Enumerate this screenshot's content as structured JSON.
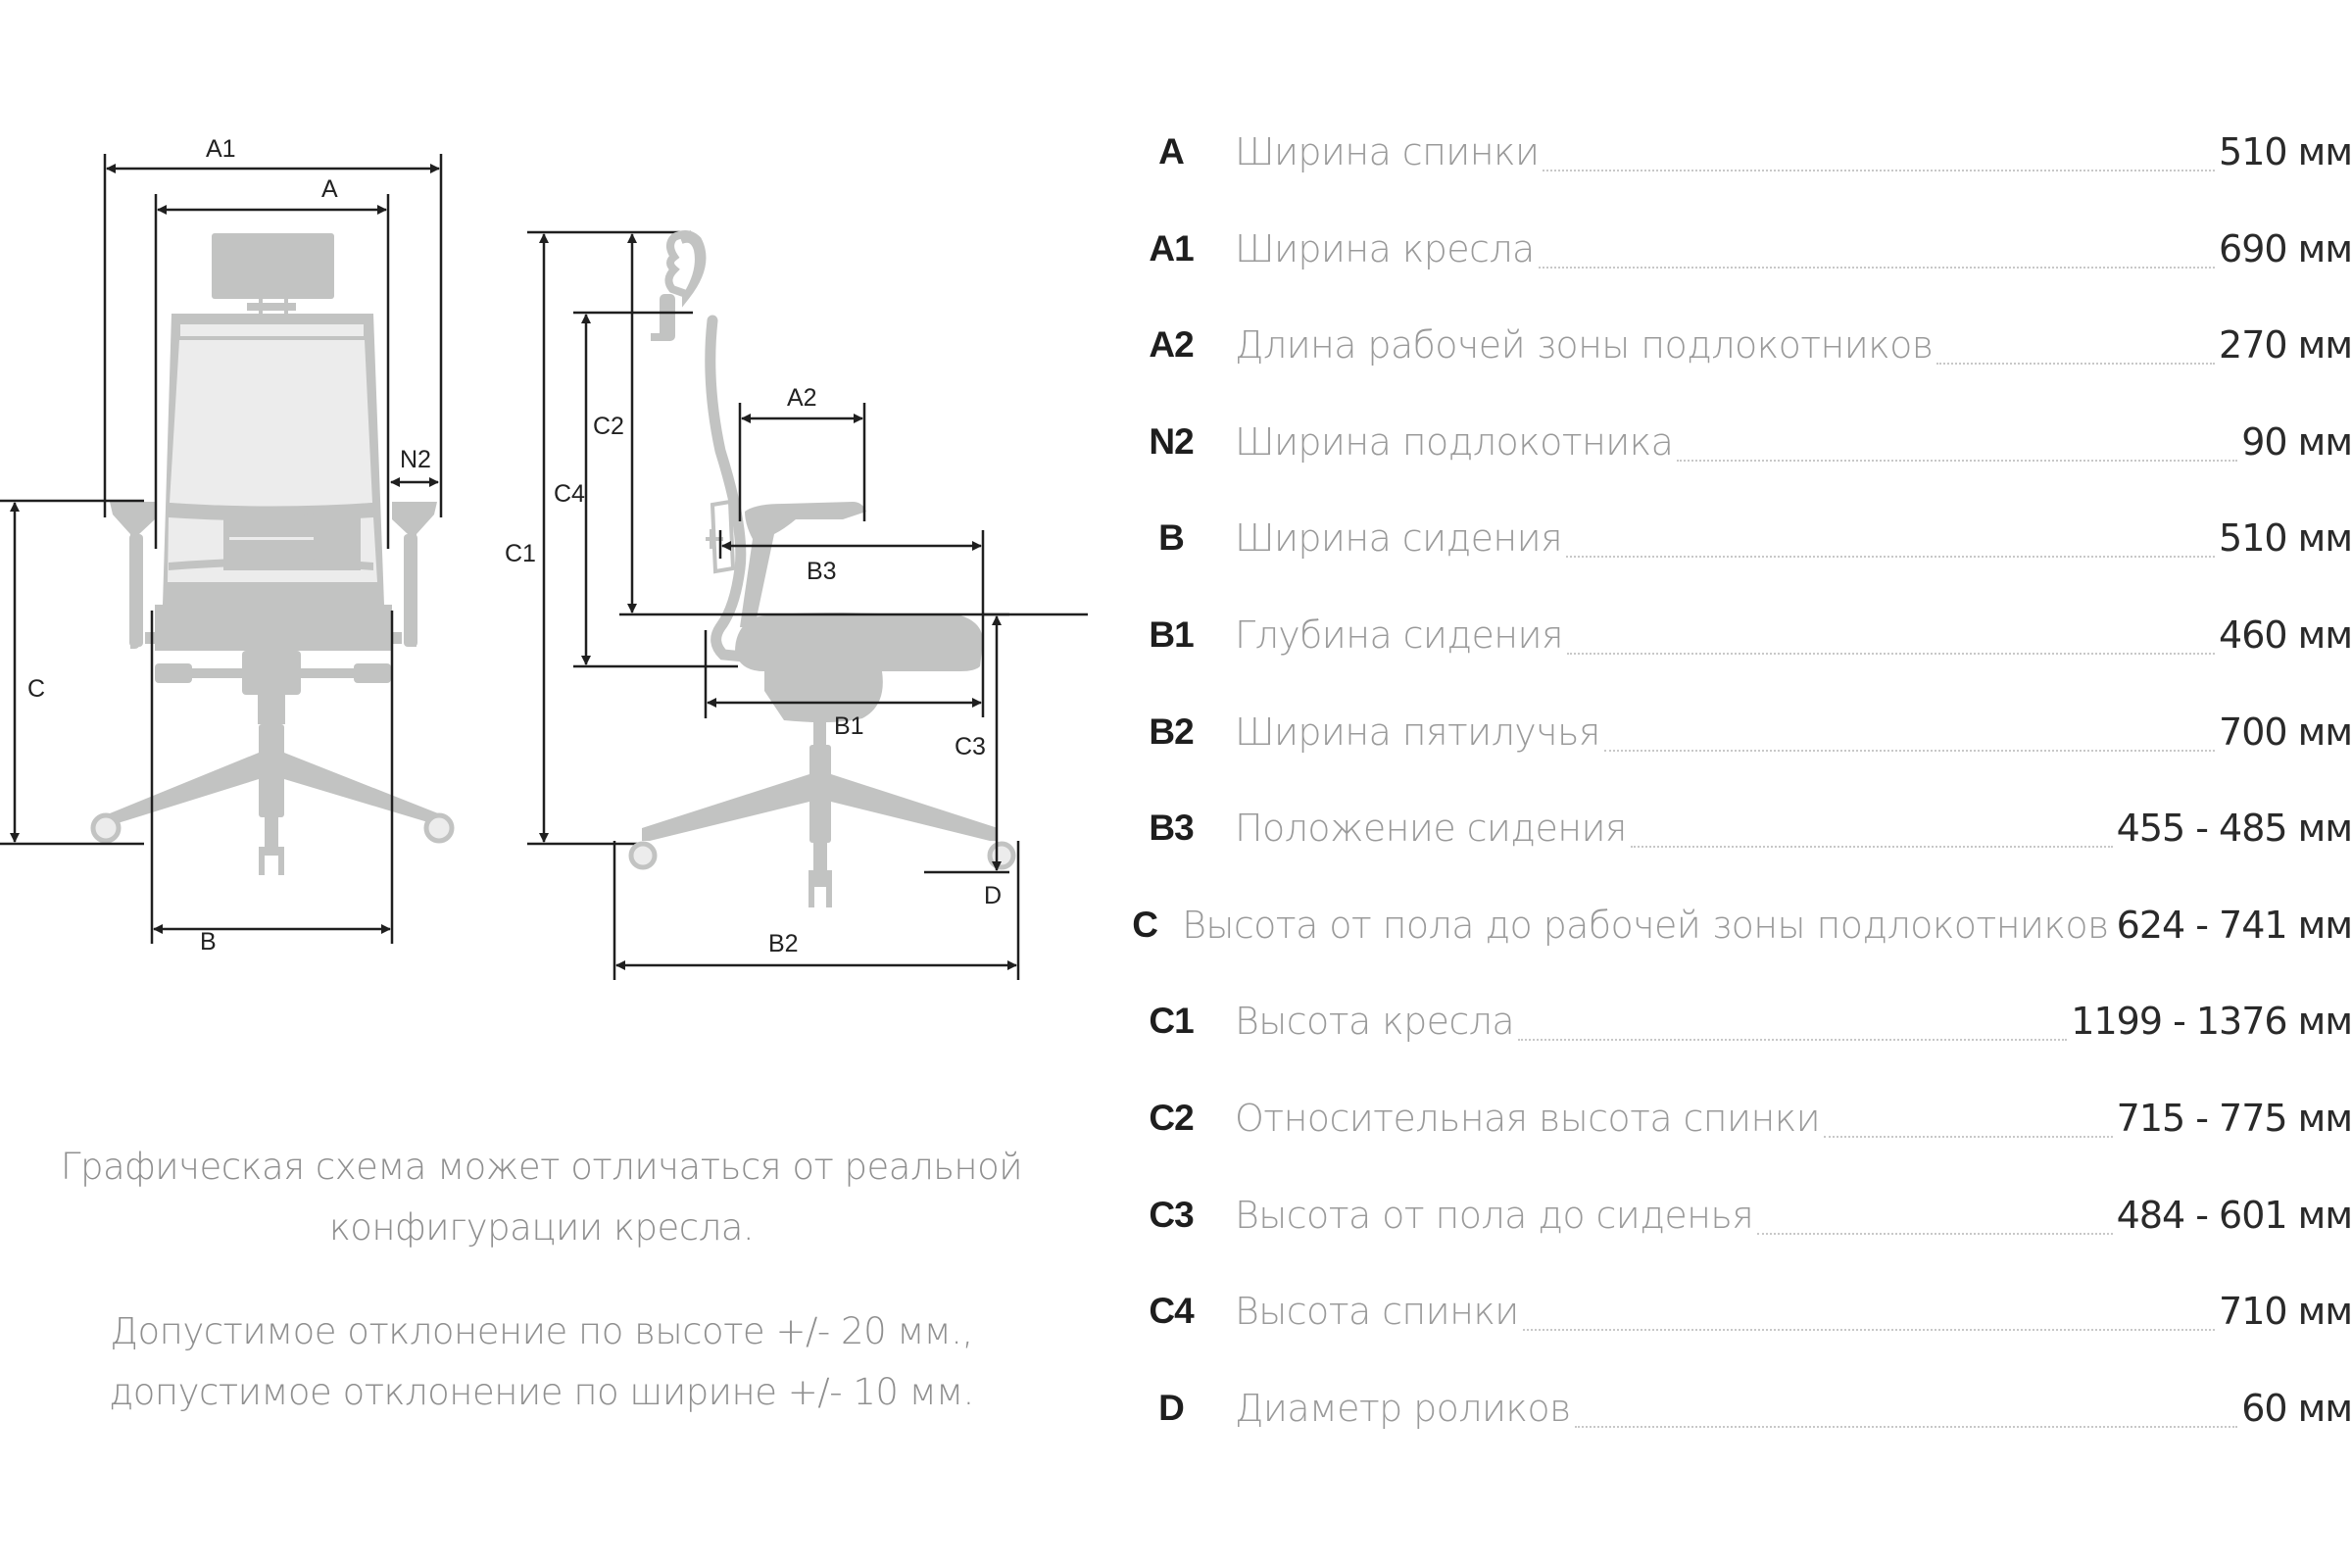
{
  "diagram": {
    "front_view": {
      "labels": {
        "A1": "A1",
        "A": "A",
        "N2": "N2",
        "C": "C",
        "B": "B",
        "C1": "C1"
      }
    },
    "side_view": {
      "labels": {
        "C2": "C2",
        "C4": "C4",
        "A2": "A2",
        "B3": "B3",
        "B1": "B1",
        "C3": "C3",
        "B2": "B2",
        "D": "D"
      }
    },
    "colors": {
      "silhouette": "#c2c3c2",
      "silhouette_light": "#ececec",
      "dimension_line": "#1f1f1f"
    }
  },
  "notes": {
    "note1": "Графическая схема может отличаться от реальной конфигурации кресла.",
    "note2": "Допустимое отклонение по высоте +/- 20 мм., допустимое отклонение по ширине +/- 10 мм."
  },
  "specs": [
    {
      "code": "A",
      "name": "Ширина спинки",
      "value": "510 мм"
    },
    {
      "code": "A1",
      "name": "Ширина кресла",
      "value": "690 мм"
    },
    {
      "code": "A2",
      "name": "Длина рабочей зоны подлокотников",
      "value": "270 мм"
    },
    {
      "code": "N2",
      "name": "Ширина подлокотника",
      "value": "90 мм"
    },
    {
      "code": "B",
      "name": "Ширина сидения",
      "value": "510 мм"
    },
    {
      "code": "B1",
      "name": "Глубина сидения",
      "value": "460 мм"
    },
    {
      "code": "B2",
      "name": "Ширина пятилучья",
      "value": "700 мм"
    },
    {
      "code": "B3",
      "name": "Положение сидения",
      "value": "455 - 485 мм"
    },
    {
      "code": "C",
      "name": "Высота от пола до рабочей зоны подлокотников",
      "value": "624 - 741 мм"
    },
    {
      "code": "C1",
      "name": "Высота кресла",
      "value": "1199 - 1376 мм"
    },
    {
      "code": "C2",
      "name": "Относительная высота спинки",
      "value": "715 - 775 мм"
    },
    {
      "code": "C3",
      "name": "Высота от пола до сиденья",
      "value": "484 - 601 мм"
    },
    {
      "code": "C4",
      "name": "Высота спинки",
      "value": "710 мм"
    },
    {
      "code": "D",
      "name": "Диаметр роликов",
      "value": "60 мм"
    }
  ]
}
